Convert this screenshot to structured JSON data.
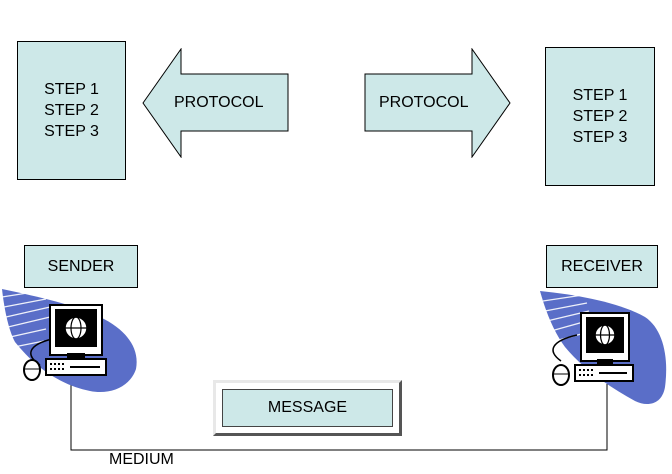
{
  "sender_steps": [
    "STEP 1",
    "STEP 2",
    "STEP 3"
  ],
  "receiver_steps": [
    "STEP 1",
    "STEP 2",
    "STEP 3"
  ],
  "left_arrow_label": "PROTOCOL",
  "right_arrow_label": "PROTOCOL",
  "sender_label": "SENDER",
  "receiver_label": "RECEIVER",
  "message_label": "MESSAGE",
  "medium_label": "MEDIUM",
  "colors": {
    "box_fill": "#cde8e8",
    "swoosh": "#5a6ec8"
  },
  "icons": [
    "computer-icon",
    "globe-icon",
    "mouse-icon"
  ]
}
